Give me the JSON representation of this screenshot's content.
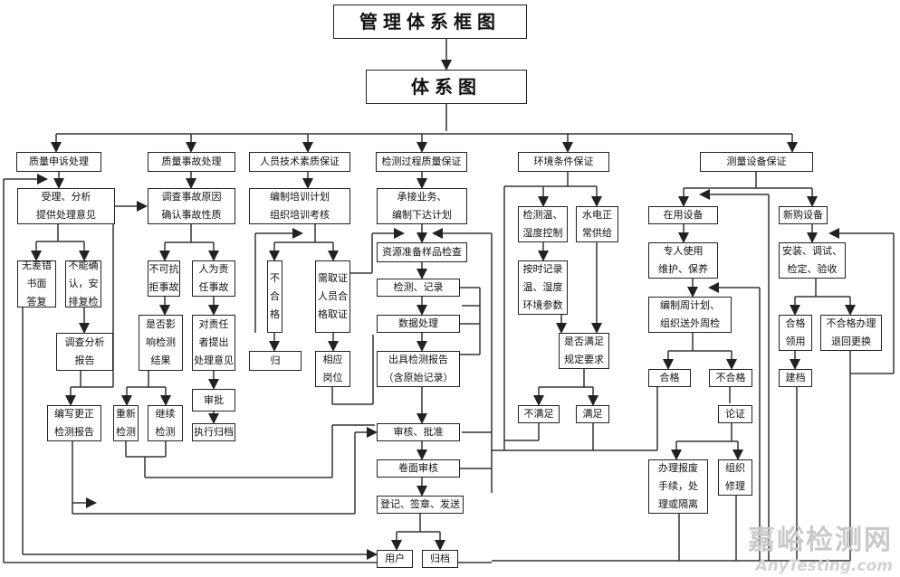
{
  "title": "管理体系框图",
  "subtitle": "体系图",
  "columns": {
    "c1": {
      "header": "质量申诉处理",
      "accept": "受理、分析\n提供处理意见",
      "no_error": "无差错\n书面\n答复",
      "recheck": "不能确\n认，安\n排复检",
      "report": "调查分析\n报告",
      "rewrite": "编写更正\n检测报告"
    },
    "c2": {
      "header": "质量事故处理",
      "investigate": "调查事故原因\n确认事故性质",
      "force": "不可抗\n拒事故",
      "human": "人为责\n任事故",
      "affect": "是否影\n响检测\n结果",
      "penalty": "对责任\n者提出\n处理意见",
      "approve": "审批",
      "archive": "执行归档",
      "retest": "重新\n检测",
      "continue": "继续\n检测"
    },
    "c3": {
      "header": "人员技术素质保证",
      "training": "编制培训计划\n组织培训考核",
      "fail": "不\n合\n格",
      "cert": "需取证\n人员合\n格取证",
      "return": "归",
      "post": "相应\n岗位"
    },
    "c4": {
      "header": "检测过程质量保证",
      "accept": "承接业务、\n编制下达计划",
      "prepare": "资源准备样品检查",
      "test": "检测、记录",
      "data": "数据处理",
      "issue": "出具检测报告\n（含原始记录）",
      "review": "审核、批准",
      "paper": "卷面审核",
      "send": "登记、签章、发送",
      "user": "用户",
      "file": "归档"
    },
    "c5": {
      "header": "环境条件保证",
      "control": "检测温、\n湿度控制",
      "power": "水电正\n常供给",
      "record": "按时记录\n温、湿度\n环境参数",
      "meet": "是否满足\n规定要求",
      "no": "不满足",
      "yes": "满足"
    },
    "c6": {
      "header": "测量设备保证",
      "inuse": "在用设备",
      "maintain": "专人使用\n维护、保养",
      "plan": "编制周计划、\n组织送外周检",
      "pass": "合格",
      "fail": "不合格",
      "verify": "论证",
      "scrap": "办理报废\n手续，处\n理或隔离",
      "repair": "组织\n修理",
      "new": "新购设备",
      "install": "安装、调试、\n检定、验收",
      "use": "合格\n领用",
      "reject": "不合格办理\n退回更换",
      "doc": "建档"
    }
  },
  "watermark": {
    "cn": "嘉峪检测网",
    "en": "AnyTesting.com"
  }
}
